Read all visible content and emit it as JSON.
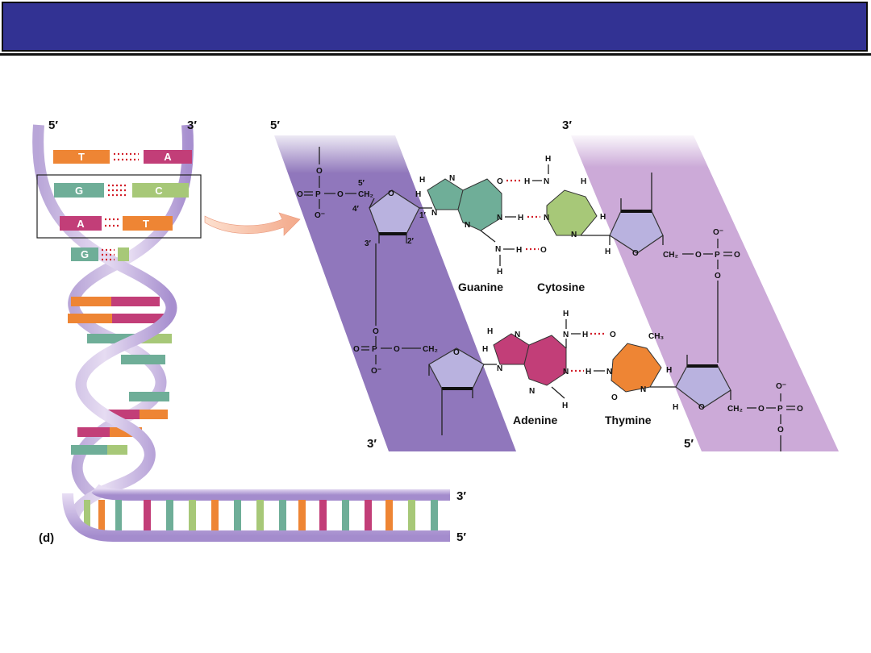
{
  "labels": {
    "panel": "(d)",
    "helix_top_left": "5′",
    "helix_top_right": "3′",
    "ladder_top": "3′",
    "ladder_bottom": "5′",
    "strand_left_top": "5′",
    "strand_right_top": "3′",
    "strand_left_bottom": "3′",
    "strand_right_bottom": "5′"
  },
  "base_pairs": [
    {
      "left": "T",
      "right": "A"
    },
    {
      "left": "G",
      "right": "C"
    },
    {
      "left": "A",
      "right": "T"
    },
    {
      "left": "G",
      "right": ""
    }
  ],
  "bases": {
    "guanine": "Guanine",
    "cytosine": "Cytosine",
    "adenine": "Adenine",
    "thymine": "Thymine"
  },
  "chem": {
    "p": "P",
    "o": "O",
    "o_minus": "O⁻",
    "h": "H",
    "n": "N",
    "ch2": "CH₂",
    "ch3": "CH₃",
    "c5": "5′",
    "c4": "4′",
    "c3": "3′",
    "c2": "2′",
    "c1": "1′"
  },
  "colors": {
    "header": "#323293",
    "guanine": "#6fae98",
    "cytosine": "#a7c878",
    "adenine": "#c23e78",
    "thymine": "#ee8534",
    "backbone_left": "#8a70b8",
    "backbone_right": "#c9a6d6",
    "sugar": "#b9b2df"
  }
}
